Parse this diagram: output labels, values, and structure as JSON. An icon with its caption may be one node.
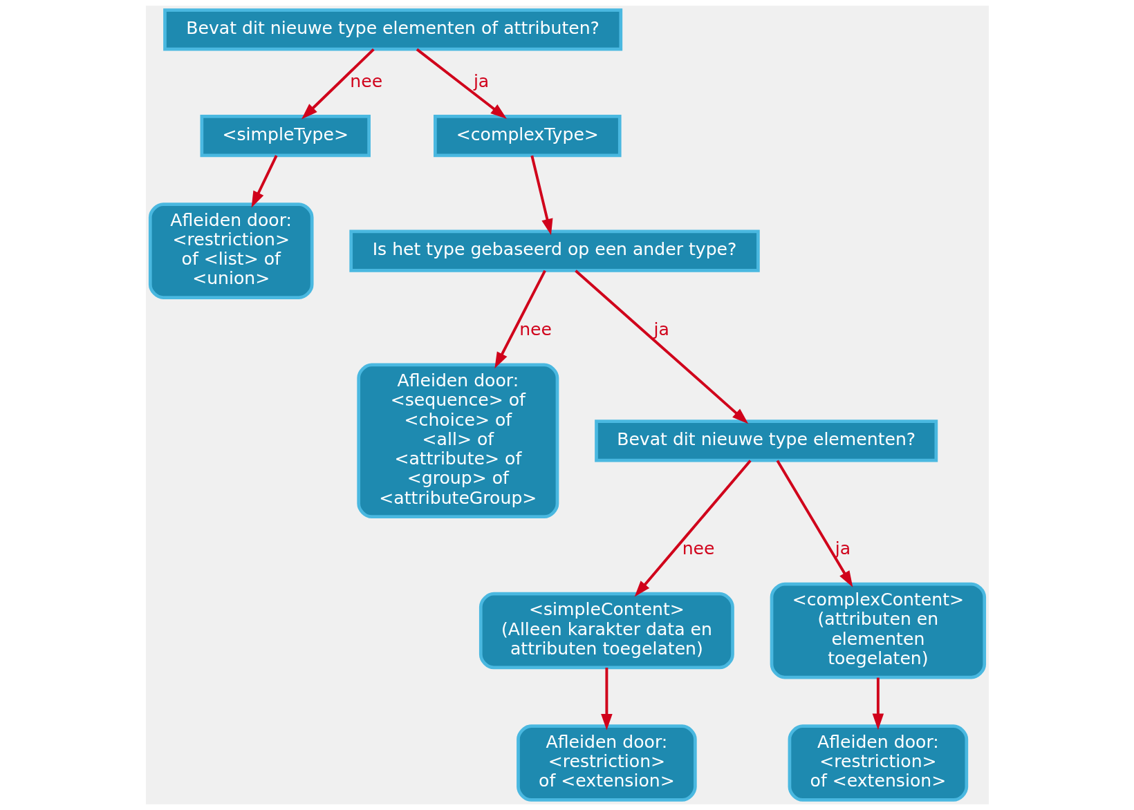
{
  "diagram": {
    "nodes": [
      {
        "text": [
          "Bevat dit nieuwe type elementen of attributen?"
        ]
      },
      {
        "text": [
          "<simpleType>"
        ]
      },
      {
        "text": [
          "<complexType>"
        ]
      },
      {
        "text": [
          "Is het type gebaseerd op een ander type?"
        ]
      },
      {
        "text": [
          "Afleiden door:",
          "<restriction> of <list> of <union>"
        ]
      },
      {
        "text": [
          "Afleiden door:",
          "<sequence> of <choice> of <all> of <attribute> of <group> of <attributeGroup>"
        ]
      },
      {
        "text": [
          "Bevat dit nieuwe type elementen?"
        ]
      },
      {
        "text": [
          "<simpleContent>",
          "(Alleen karakter data en attributen toegelaten)"
        ]
      },
      {
        "text": [
          "<complexContent>",
          "(attributen en elementen toegelaten)"
        ]
      },
      {
        "text": [
          "Afleiden door:",
          "<restriction> of <extension>"
        ]
      },
      {
        "text": [
          "Afleiden door:",
          "<restriction> of <extension>"
        ]
      }
    ],
    "edges": [
      {
        "from": 0,
        "to": 1,
        "arrow": "to",
        "label": "nee"
      },
      {
        "from": 0,
        "to": 2,
        "arrow": "to",
        "label": "ja"
      },
      {
        "from": 1,
        "to": 4,
        "arrow": "to"
      },
      {
        "from": 2,
        "to": 3,
        "arrow": "to"
      },
      {
        "from": 3,
        "to": 5,
        "arrow": "to",
        "label": "nee"
      },
      {
        "from": 3,
        "to": 6,
        "arrow": "to",
        "label": "ja"
      },
      {
        "from": 6,
        "to": 7,
        "arrow": "to",
        "label": "nee"
      },
      {
        "from": 6,
        "to": 8,
        "arrow": "to",
        "label": "ja"
      },
      {
        "from": 7,
        "to": 9,
        "arrow": "to"
      },
      {
        "from": 8,
        "to": 10,
        "arrow": "to"
      }
    ]
  }
}
